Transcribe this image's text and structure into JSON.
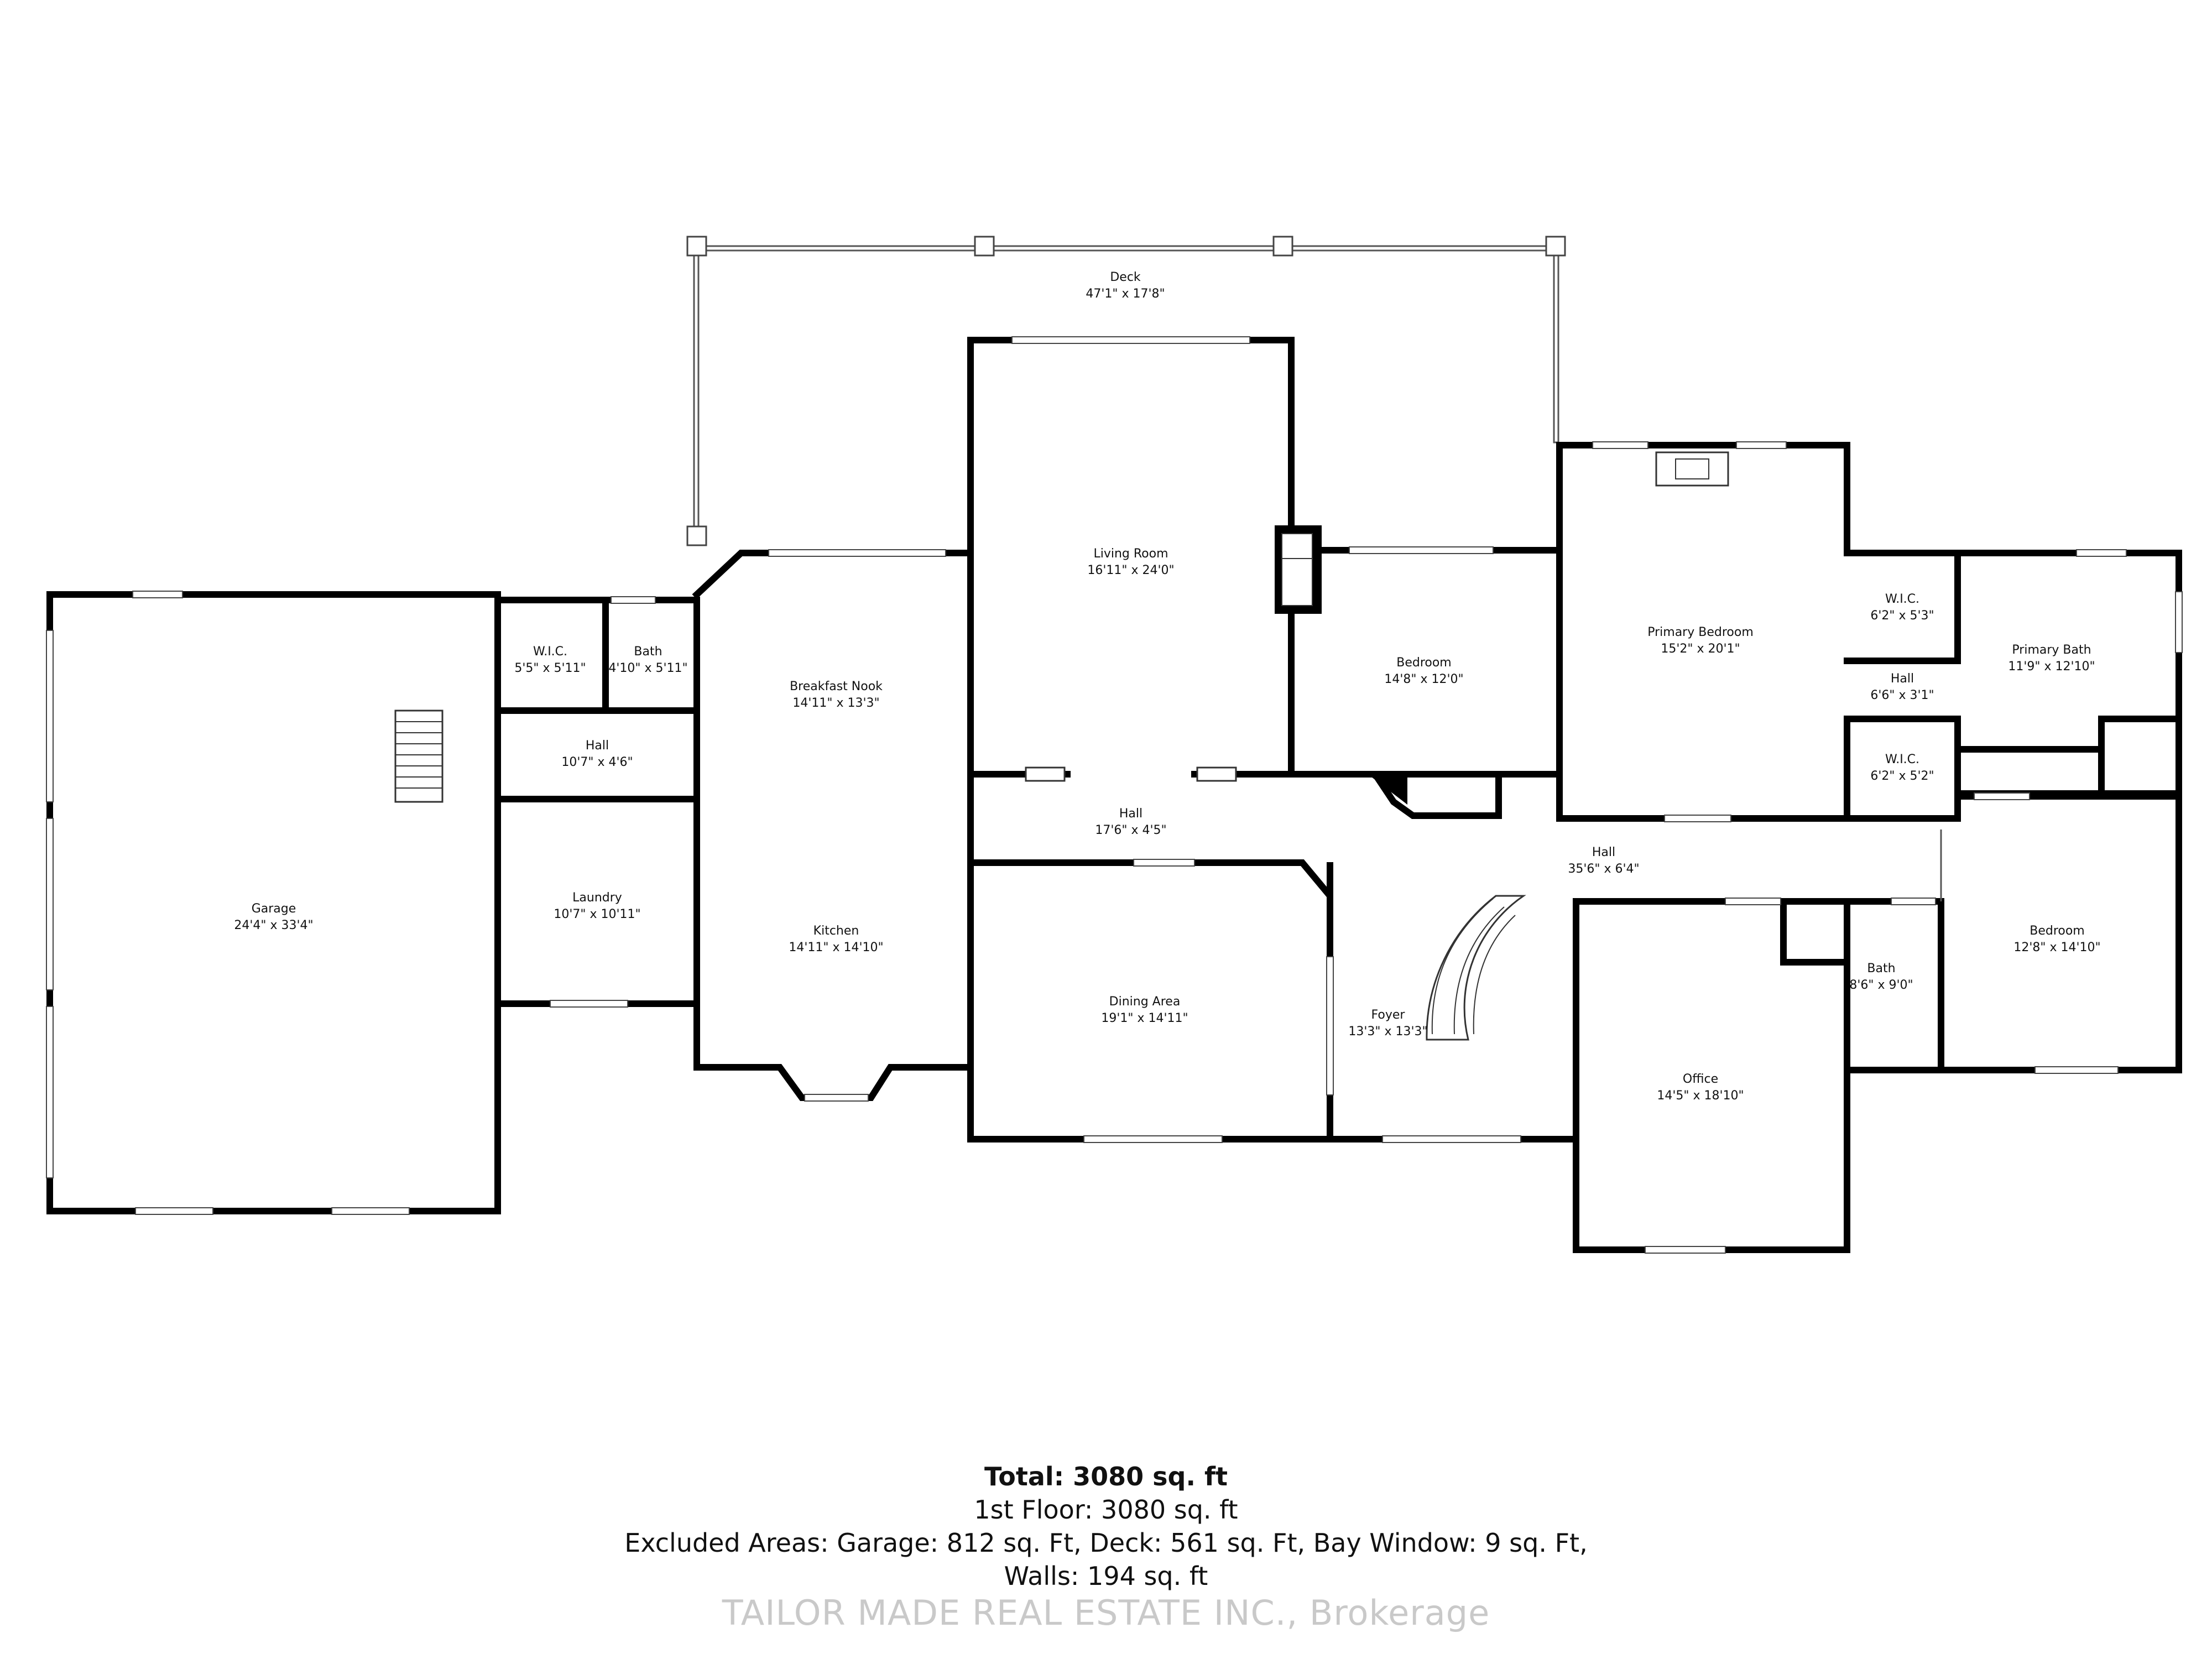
{
  "rooms": {
    "deck": {
      "name": "Deck",
      "dim": "47'1\" x 17'8\""
    },
    "living_room": {
      "name": "Living Room",
      "dim": "16'11\" x 24'0\""
    },
    "primary_bedroom": {
      "name": "Primary Bedroom",
      "dim": "15'2\" x 20'1\""
    },
    "wic_primary_top": {
      "name": "W.I.C.",
      "dim": "6'2\" x 5'3\""
    },
    "primary_bath": {
      "name": "Primary Bath",
      "dim": "11'9\" x 12'10\""
    },
    "hall_primary": {
      "name": "Hall",
      "dim": "6'6\" x 3'1\""
    },
    "wic_primary_bottom": {
      "name": "W.I.C.",
      "dim": "6'2\" x 5'2\""
    },
    "bedroom_mid": {
      "name": "Bedroom",
      "dim": "14'8\" x 12'0\""
    },
    "breakfast_nook": {
      "name": "Breakfast Nook",
      "dim": "14'11\" x 13'3\""
    },
    "kitchen": {
      "name": "Kitchen",
      "dim": "14'11\" x 14'10\""
    },
    "wic_left": {
      "name": "W.I.C.",
      "dim": "5'5\" x 5'11\""
    },
    "bath_left": {
      "name": "Bath",
      "dim": "4'10\" x 5'11\""
    },
    "hall_left": {
      "name": "Hall",
      "dim": "10'7\" x 4'6\""
    },
    "laundry": {
      "name": "Laundry",
      "dim": "10'7\" x 10'11\""
    },
    "garage": {
      "name": "Garage",
      "dim": "24'4\" x 33'4\""
    },
    "hall_center": {
      "name": "Hall",
      "dim": "17'6\" x 4'5\""
    },
    "hall_long": {
      "name": "Hall",
      "dim": "35'6\" x 6'4\""
    },
    "dining_area": {
      "name": "Dining Area",
      "dim": "19'1\" x 14'11\""
    },
    "foyer": {
      "name": "Foyer",
      "dim": "13'3\" x 13'3\""
    },
    "office": {
      "name": "Office",
      "dim": "14'5\" x 18'10\""
    },
    "bath_right": {
      "name": "Bath",
      "dim": "8'6\" x 9'0\""
    },
    "bedroom_right": {
      "name": "Bedroom",
      "dim": "12'8\" x 14'10\""
    }
  },
  "summary": {
    "total": "Total: 3080 sq. ft",
    "floor": "1st Floor: 3080 sq. ft",
    "excluded": "Excluded Areas: Garage: 812 sq. Ft, Deck: 561 sq. Ft, Bay Window: 9 sq. Ft,",
    "walls": "Walls: 194 sq. ft"
  },
  "watermark": "TAILOR MADE REAL ESTATE INC., Brokerage"
}
